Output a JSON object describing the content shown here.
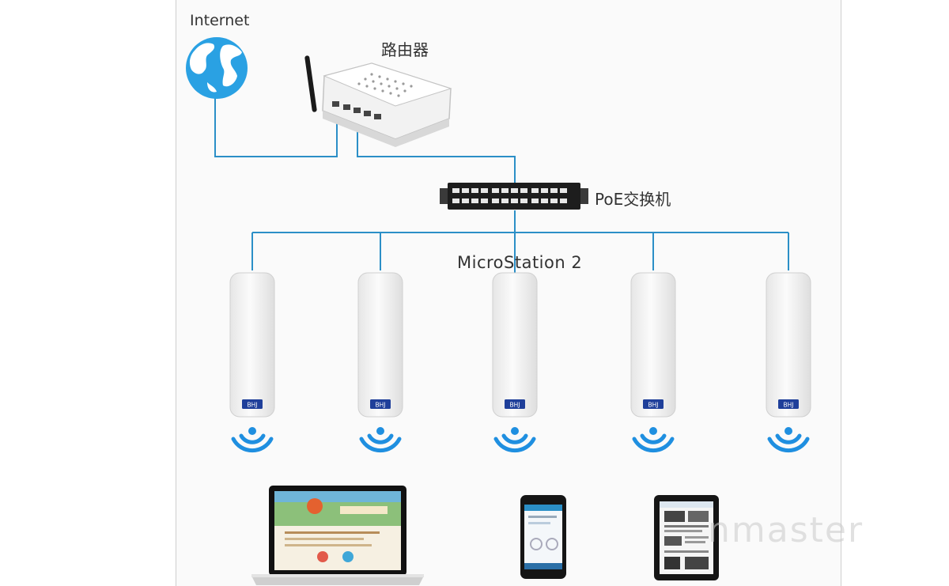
{
  "labels": {
    "internet": "Internet",
    "router": "路由器",
    "switch": "PoE交换机",
    "access_points": "MicroStation  2"
  },
  "ap_badge_text": "ВНЈ",
  "watermark": "nmaster",
  "colors": {
    "link_line": "#2b8fc7",
    "wifi": "#1f8fe0",
    "globe": "#2aa1e3",
    "badge": "#1f3f9a"
  },
  "icons": [
    "globe-icon",
    "router-icon",
    "poe-switch-icon",
    "access-point-icon",
    "wifi-signal-icon",
    "laptop-icon",
    "smartphone-icon",
    "tablet-icon"
  ]
}
